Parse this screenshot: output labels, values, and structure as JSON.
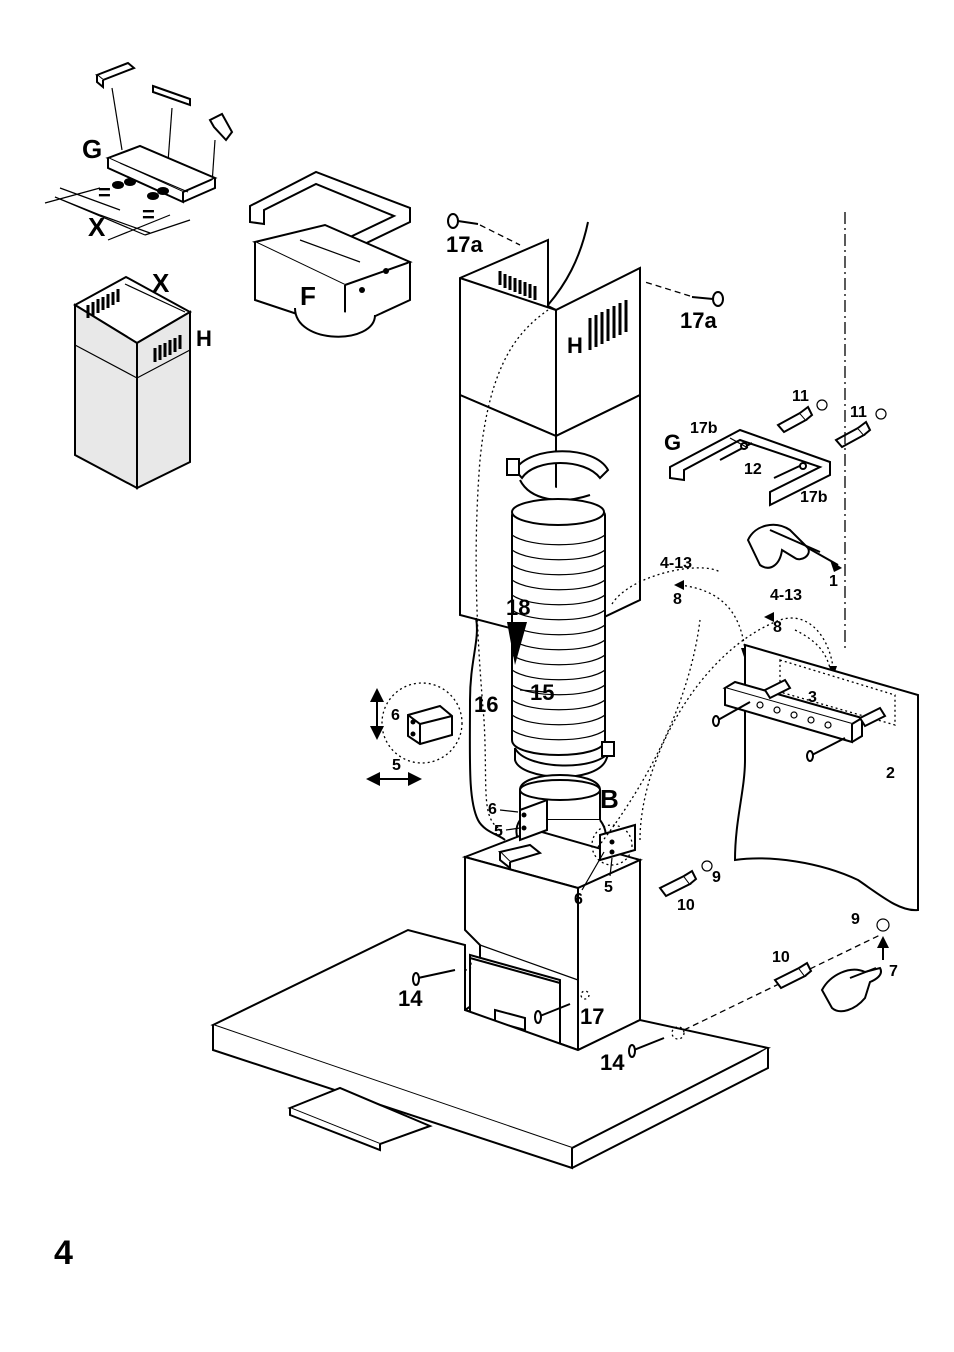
{
  "figure": {
    "number": "4"
  },
  "labels": {
    "G_top": "G",
    "X_top": "X",
    "eq1": "=",
    "eq2": "=",
    "X_chimney": "X",
    "H_left": "H",
    "F": "F",
    "s17a_left": "17a",
    "s17a_right": "17a",
    "H_main": "H",
    "n11_a": "11",
    "n11_b": "11",
    "s17b_top": "17b",
    "G_right": "G",
    "n12": "12",
    "s17b_bottom": "17b",
    "n1": "1",
    "s4_13_a": "4-13",
    "n8_a": "8",
    "s4_13_b": "4-13",
    "n8_b": "8",
    "n18": "18",
    "n15": "15",
    "n16": "16",
    "n3": "3",
    "n2": "2",
    "n6_detail": "6",
    "n5_detail": "5",
    "n6_left": "6",
    "n5_left": "5",
    "B": "B",
    "n6_right": "6",
    "n5_right": "5",
    "n9_a": "9",
    "n10_a": "10",
    "n9_b": "9",
    "n7": "7",
    "n10_b": "10",
    "n14_a": "14",
    "n17": "17",
    "n14_b": "14"
  }
}
